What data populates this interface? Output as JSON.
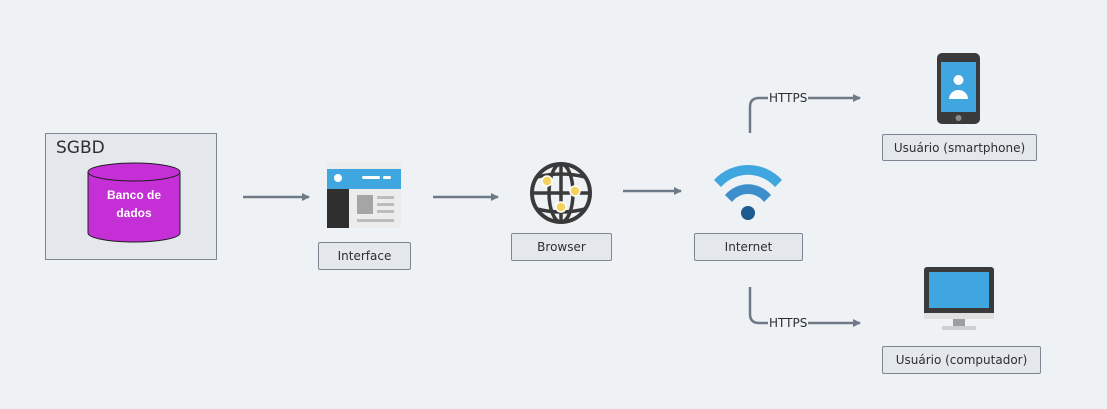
{
  "sgbd": {
    "title": "SGBD",
    "database_label_line1": "Banco de",
    "database_label_line2": "dados"
  },
  "nodes": {
    "interface": "Interface",
    "browser": "Browser",
    "internet": "Internet",
    "smartphone_user": "Usuário (smartphone)",
    "computer_user": "Usuário (computador)"
  },
  "edges": {
    "https_top": "HTTPS",
    "https_bottom": "HTTPS"
  },
  "colors": {
    "background": "#eff2f5",
    "arrow": "#6f7a87",
    "database": "#c42fd6",
    "accent_blue": "#40a6e0",
    "dark_gray": "#3a3a3a"
  }
}
